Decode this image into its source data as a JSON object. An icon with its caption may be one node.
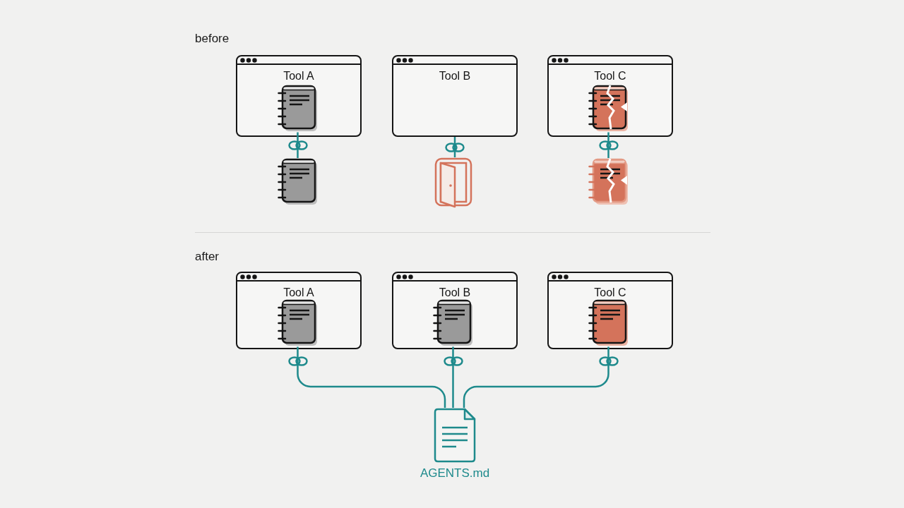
{
  "diagram": {
    "nodes": [
      {
        "text": [
          "Tool A"
        ]
      },
      {
        "text": [],
        "shape": "picture",
        "in": 0
      },
      {
        "text": [
          "Tool B"
        ]
      },
      {
        "text": [
          "Tool C"
        ]
      },
      {
        "text": [],
        "shape": "picture",
        "in": 3
      },
      {
        "text": [],
        "shape": "picture"
      },
      {
        "text": [],
        "shape": "picture"
      },
      {
        "text": [],
        "shape": "picture"
      },
      {
        "text": [
          "Tool A"
        ]
      },
      {
        "text": [],
        "shape": "picture",
        "in": 8
      },
      {
        "text": [
          "Tool B"
        ]
      },
      {
        "text": [],
        "shape": "picture",
        "in": 10
      },
      {
        "text": [
          "Tool C"
        ]
      },
      {
        "text": [],
        "shape": "picture",
        "in": 12
      },
      {
        "text": [
          "AGENTS.md"
        ]
      }
    ],
    "edges": [
      {
        "from": 1,
        "to": 5,
        "arrow": "none"
      },
      {
        "from": 2,
        "to": 6,
        "arrow": "none"
      },
      {
        "from": 4,
        "to": 7,
        "arrow": "none"
      },
      {
        "from": 9,
        "to": 14,
        "arrow": "none"
      },
      {
        "from": 11,
        "to": 14,
        "arrow": "none"
      },
      {
        "from": 13,
        "to": 14,
        "arrow": "none"
      }
    ],
    "labels": [
      "before",
      "after"
    ]
  }
}
